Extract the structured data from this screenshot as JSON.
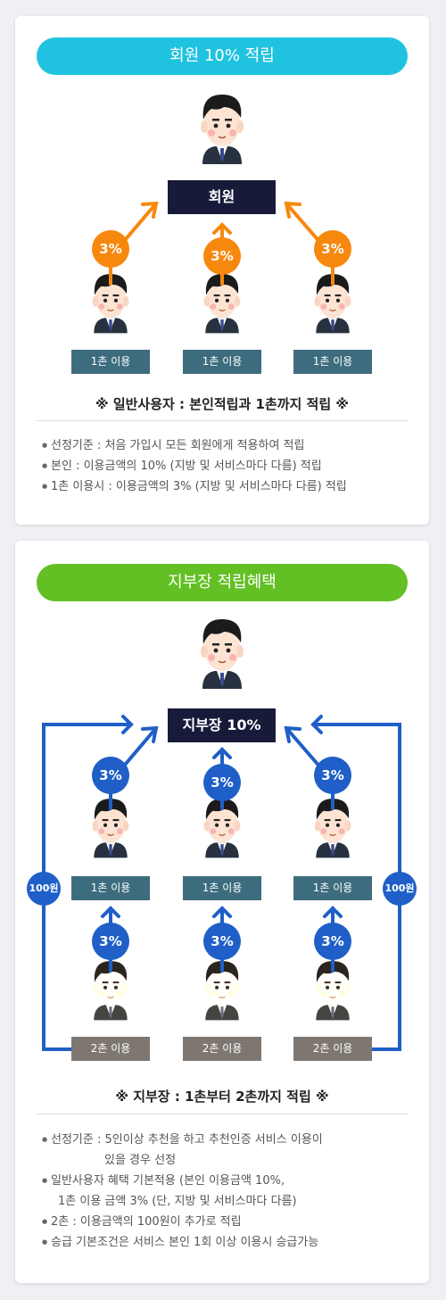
{
  "colors": {
    "cyan": "#1fc3df",
    "green": "#62bf24",
    "orange": "#f7880e",
    "blue": "#1f5fc7",
    "navy": "#181a3a",
    "teal_label": "#3d6c7e",
    "gray_label": "#7e7771"
  },
  "section1": {
    "title": "회원 10% 적립",
    "top_box": "회원",
    "badges": [
      "3%",
      "3%",
      "3%"
    ],
    "members": [
      "1촌 이용",
      "1촌 이용",
      "1촌 이용"
    ],
    "subtitle": "※ 일반사용자 : 본인적립과 1촌까지 적립 ※",
    "notes": [
      "선정기준 : 처음 가입시 모든 회원에게 적용하여 적립",
      "본인 : 이용금액의 10% (지방 및 서비스마다 다름) 적립",
      "1촌 이용시 : 이용금액의 3% (지방 및 서비스마다 다름) 적립"
    ]
  },
  "section2": {
    "title": "지부장 적립혜택",
    "top_box": "지부장 10%",
    "badges_row1": [
      "3%",
      "3%",
      "3%"
    ],
    "members_row1": [
      "1촌 이용",
      "1촌 이용",
      "1촌 이용"
    ],
    "badges_row2": [
      "3%",
      "3%",
      "3%"
    ],
    "members_row2": [
      "2촌 이용",
      "2촌 이용",
      "2촌 이용"
    ],
    "side_badges": [
      "100원",
      "100원"
    ],
    "subtitle": "※ 지부장 : 1촌부터 2촌까지 적립 ※",
    "notes": [
      {
        "line1": "선정기준 : 5인이상 추천을 하고 추천인증 서비스 이용이",
        "line2": "있을 경우 선정"
      },
      {
        "line1": "일반사용자 혜택 기본적용 (본인 이용금액 10%,",
        "line2": "1촌 이용 금액 3% (단, 지방 및 서비스마다 다름)"
      },
      {
        "line1": "2촌 : 이용금액의 100원이 추가로 적립",
        "line2": ""
      },
      {
        "line1": "승급 기본조건은 서비스 본인 1회 이상 이용시 승급가능",
        "line2": ""
      }
    ]
  }
}
